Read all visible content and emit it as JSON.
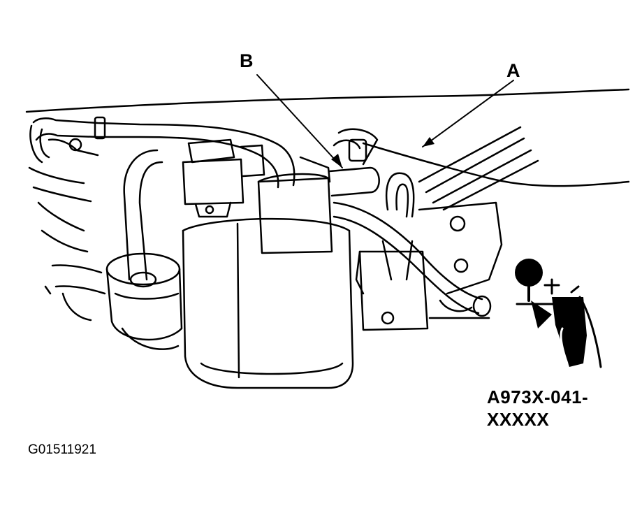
{
  "callouts": {
    "a": "A",
    "b": "B"
  },
  "tool": {
    "part_number_line1": "A973X-041-",
    "part_number_line2": "XXXXX",
    "icon": "vacuum-pump-gauge-icon"
  },
  "figure_id": "G01511921",
  "colors": {
    "ink": "#000000",
    "paper": "#ffffff"
  }
}
